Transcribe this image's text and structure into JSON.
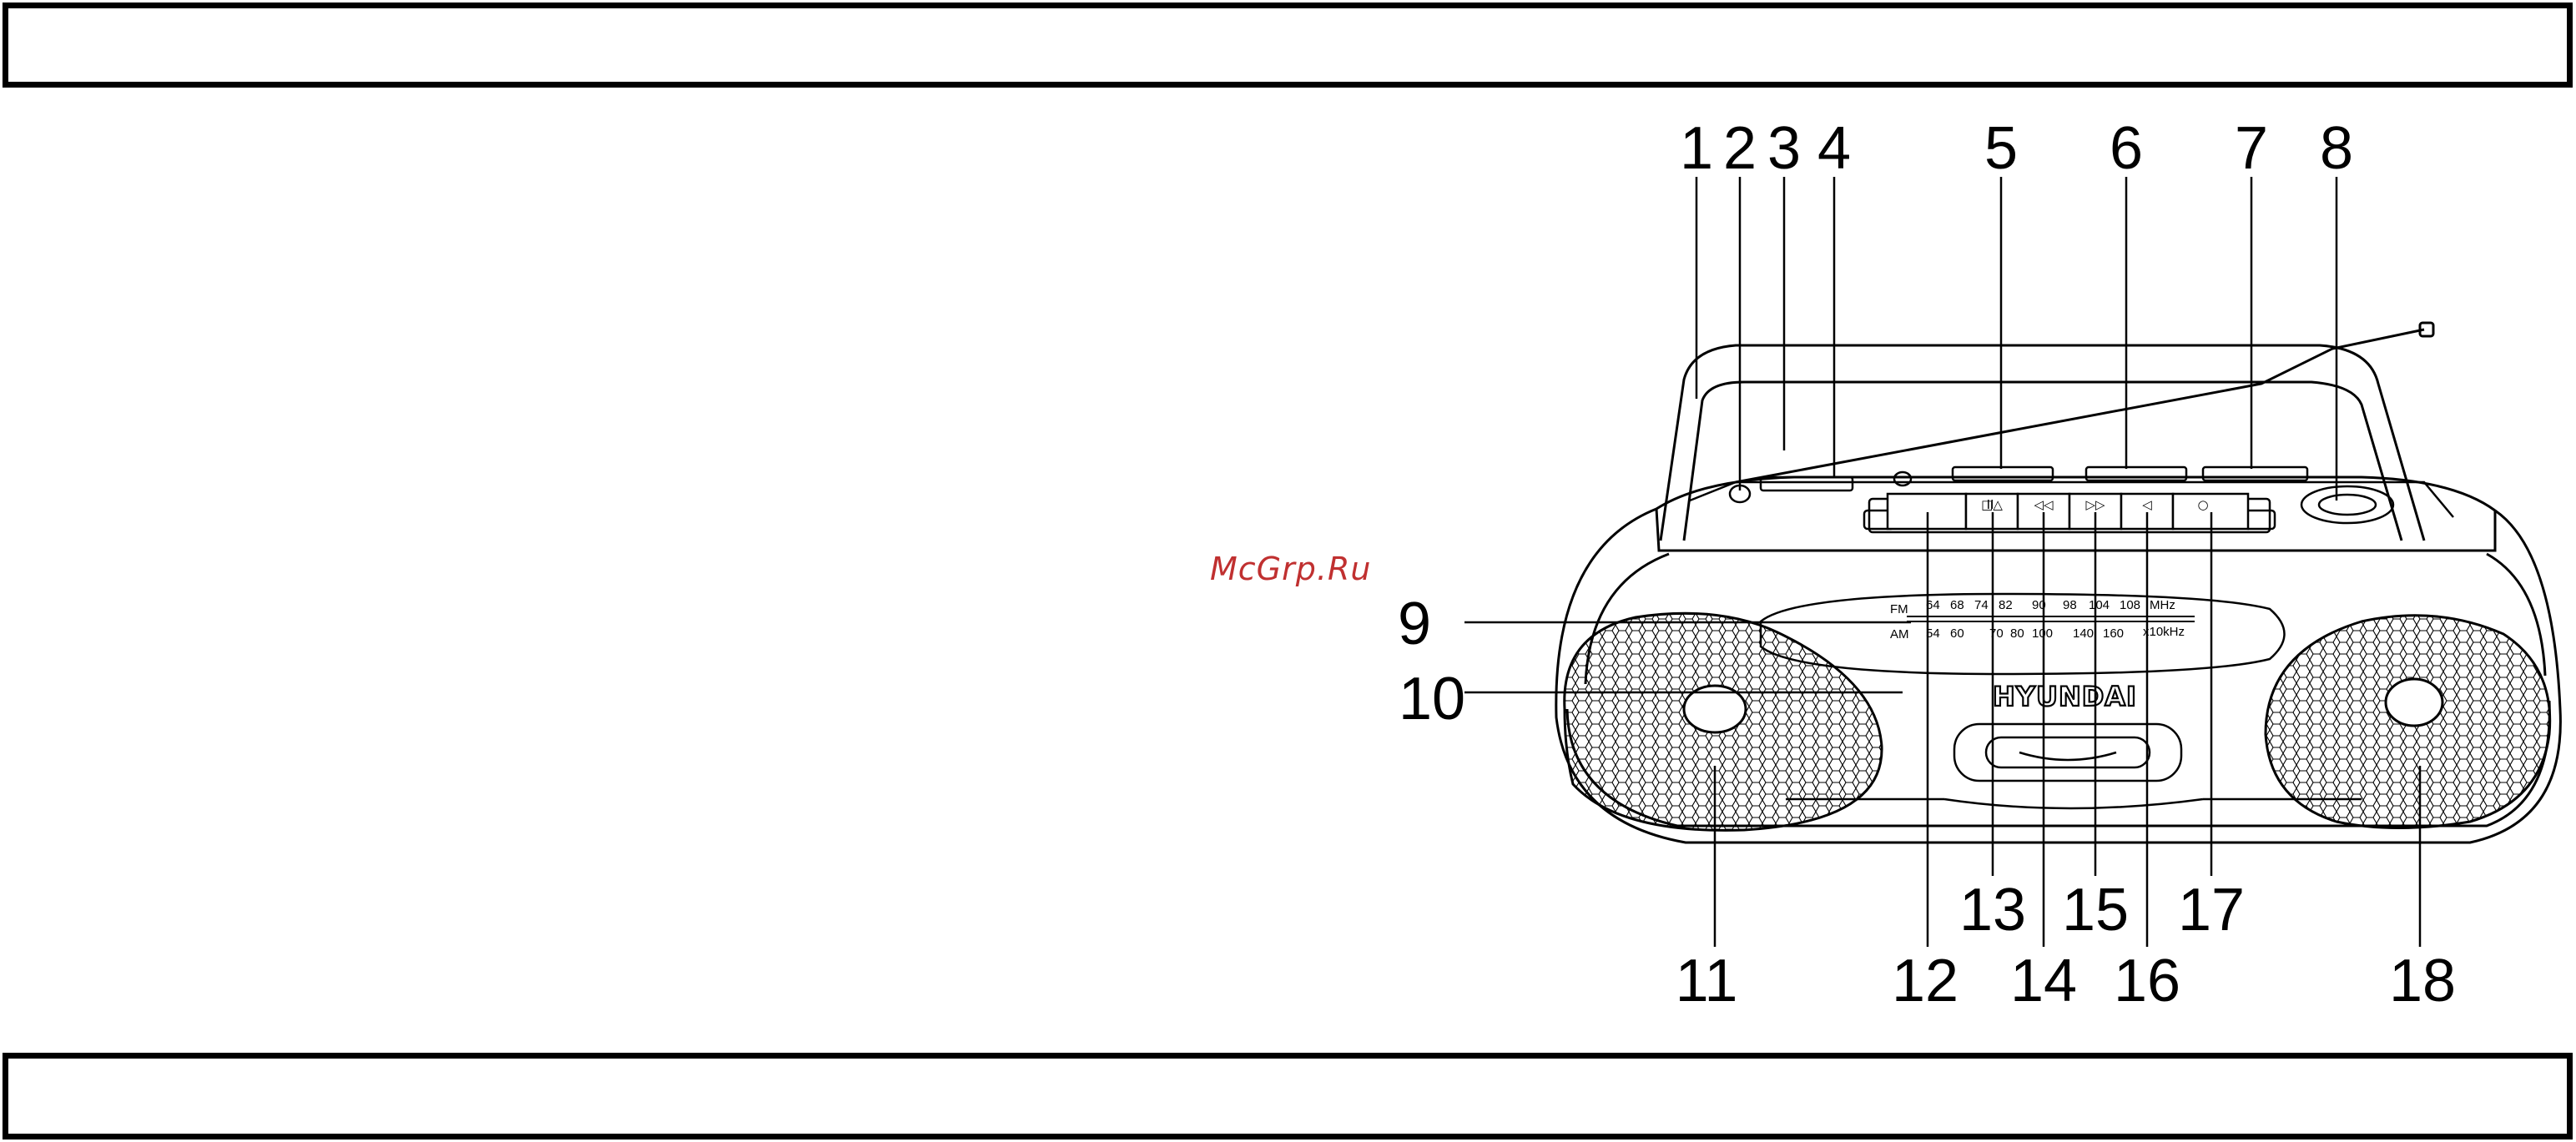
{
  "watermark": "McGrp.Ru",
  "brand": "HYUNDAI",
  "tuning_scale": {
    "fm_label": "FM",
    "am_label": "AM",
    "fm_ticks": [
      "64",
      "68",
      "74",
      "82",
      "90",
      "98",
      "104",
      "108"
    ],
    "fm_unit": "MHz",
    "am_ticks": [
      "54",
      "60",
      "70",
      "80",
      "100",
      "140",
      "160"
    ],
    "am_unit": "x10kHz"
  },
  "buttons": [
    {
      "glyph": "II",
      "icon": "pause-icon"
    },
    {
      "glyph": "□△",
      "icon": "stop-eject-icon"
    },
    {
      "glyph": "◁◁",
      "icon": "rewind-icon"
    },
    {
      "glyph": "▷▷",
      "icon": "fast-forward-icon"
    },
    {
      "glyph": "◁",
      "icon": "play-icon"
    },
    {
      "glyph": "○",
      "icon": "record-icon"
    }
  ],
  "callouts": [
    "1",
    "2",
    "3",
    "4",
    "5",
    "6",
    "7",
    "8",
    "9",
    "10",
    "11",
    "12",
    "13",
    "14",
    "15",
    "16",
    "17",
    "18"
  ]
}
